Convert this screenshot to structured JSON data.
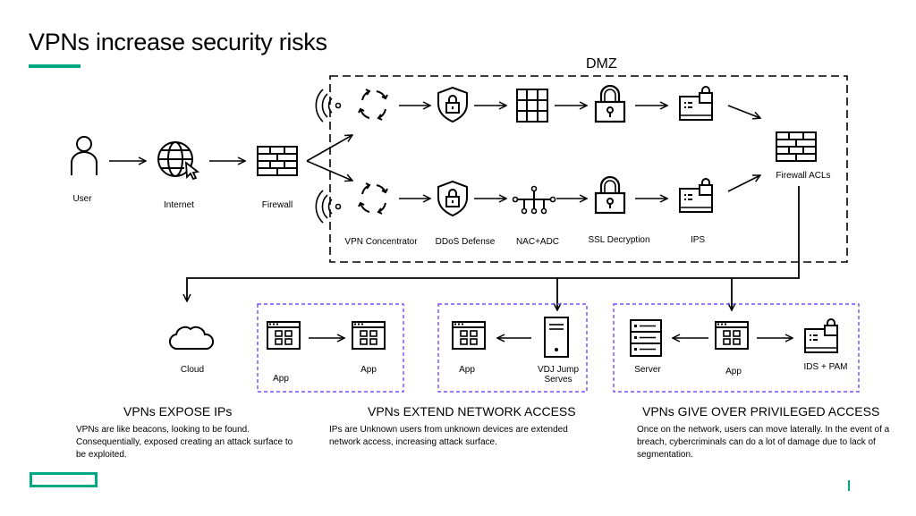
{
  "title": "VPNs increase security risks",
  "dmz_label": "DMZ",
  "colors": {
    "accent": "#01a982",
    "zone_border": "#7c4dff",
    "line": "#000000"
  },
  "nodes": {
    "user": "User",
    "internet": "Internet",
    "firewall": "Firewall",
    "vpn_concentrator": "VPN Concentrator",
    "ddos_defense": "DDoS Defense",
    "nac_adc": "NAC+ADC",
    "ssl_decryption": "SSL Decryption",
    "ips": "IPS",
    "firewall_acls": "Firewall ACLs",
    "cloud": "Cloud",
    "app_1": "App",
    "app_2": "App",
    "app_3": "App",
    "vdj_jump_serves": "VDJ Jump\nServes",
    "server": "Server",
    "app_4": "App",
    "ids_pam": "IDS + PAM"
  },
  "sections": [
    {
      "heading": "VPNs EXPOSE IPs",
      "text": "VPNs are like beacons, looking to be found. Consequentially, exposed creating an attack surface to be exploited."
    },
    {
      "heading": "VPNs EXTEND NETWORK ACCESS",
      "text": "IPs are Unknown users from unknown devices are extended network access, increasing attack surface."
    },
    {
      "heading": "VPNs GIVE OVER PRIVILEGED ACCESS",
      "text": "Once on the network, users can move laterally. In the event of a breach, cybercriminals can do a lot of damage due to lack of segmentation."
    }
  ],
  "icons": [
    "user-icon",
    "globe-icon",
    "firewall-icon",
    "wireless-icon",
    "refresh-icon",
    "shield-lock-icon",
    "server-rack-icon",
    "padlock-icon",
    "certificate-icon",
    "network-icon",
    "cloud-icon",
    "app-window-icon",
    "tower-server-icon",
    "server-list-icon"
  ]
}
